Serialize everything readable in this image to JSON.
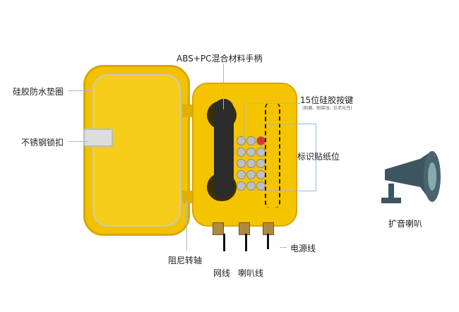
{
  "labels": {
    "handset": "ABS+PC混合材料手柄",
    "gasket": "硅胶防水垫圈",
    "lock": "不锈钢锁扣",
    "keys": "15位硅胶按键",
    "keys_note": "(耐磨、耐腐蚀、抗老化性)",
    "sticker": "标识贴纸位",
    "hinge": "阻尼转轴",
    "network": "网线",
    "speaker_line": "喇叭线",
    "power": "电源线",
    "speaker": "扩音喇叭"
  },
  "colors": {
    "body": "#f5c400",
    "handset": "#2b2b2b",
    "horn": "#3d5560"
  }
}
